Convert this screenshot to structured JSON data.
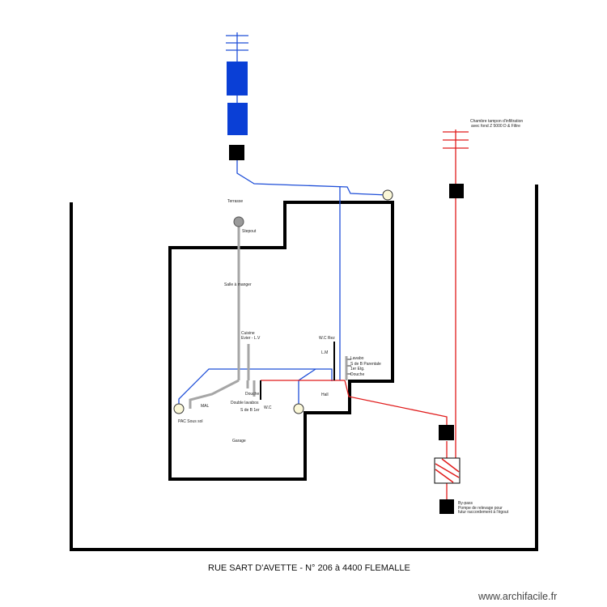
{
  "colors": {
    "wall": "#000000",
    "rain_pipe": "#1f4fd8",
    "sewer_pipe": "#e01b1b",
    "grey_pipe": "#a6a6a6",
    "tank_blue": "#0a3fd6",
    "manhole": "#000000",
    "stub": "#999999",
    "endpoint_fill": "#fbf8d8"
  },
  "icons": [
    "antenna-icon",
    "tank-icon",
    "manhole-icon",
    "pump-icon",
    "endpoint-icon"
  ],
  "labels": {
    "terrasse": "Terrasse",
    "stepout": "Stepout",
    "salle_a_manger": "Salle à manger",
    "cuisine": "Cuisine",
    "evier_lv": "Evier - L.V",
    "wc_rez": "W.C Rez",
    "lm": "L.M",
    "lavabo": "Lavabo",
    "sdb_parentale": "S de B Parentale",
    "premier_etage": "1er Etg.",
    "douche_etage": "Douche",
    "douche": "Douche",
    "double_lavabos": "Double lavabos",
    "sdb_1er": "S de B 1er",
    "wc": "W.C",
    "mal": "MAL",
    "pac_sous_sol": "PAC Sous sol",
    "hall": "Hall",
    "garage": "Garage",
    "chambre_line1": "Chambre tampon d'infiltration",
    "chambre_line2": "avec fond Z 5000 D & Filtre",
    "bypass": "By-pass",
    "pompe_line1": "Pompe de relevage pour",
    "pompe_line2": "futur raccordement à l'égout"
  },
  "footer": {
    "address": "RUE SART D'AVETTE - N° 206 à  4400 FLEMALLE"
  },
  "brand": {
    "name": "www.archifacile.fr"
  }
}
